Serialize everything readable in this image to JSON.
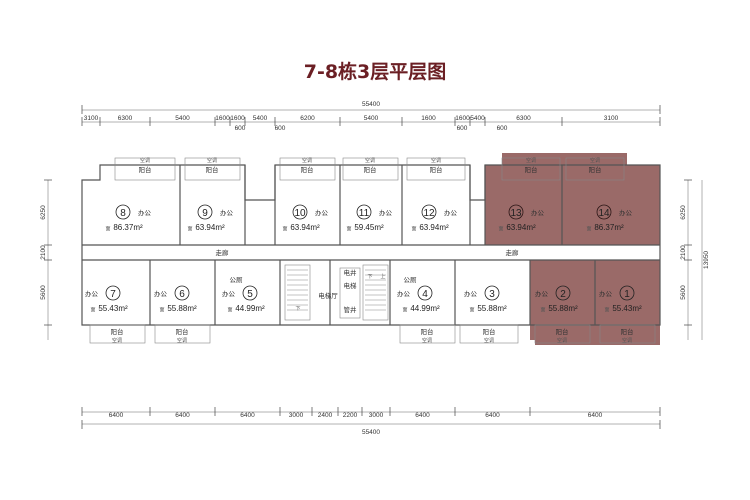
{
  "title": "7-8栋3层平层图",
  "colors": {
    "highlight": "#9a6a68",
    "title": "#6b1f24",
    "wall": "#555555"
  },
  "total_dimension": "55400",
  "top_dims": [
    "3100",
    "6300",
    "5400",
    "1600",
    "1600",
    "5400",
    "6200",
    "5400",
    "1600",
    "1600",
    "5400",
    "6300",
    "3100"
  ],
  "top_small_dims": [
    "600",
    "600",
    "600",
    "600"
  ],
  "bottom_dims": [
    "6400",
    "6400",
    "6400",
    "3000",
    "2400",
    "2200",
    "3000",
    "6400",
    "6400",
    "6400"
  ],
  "left_dims": [
    "6250",
    "2100",
    "5600"
  ],
  "right_dims": [
    "6250",
    "2100",
    "5600"
  ],
  "right_total": "13950",
  "corridor": "走廊",
  "balcony": "阳台",
  "ac": "空调",
  "office": "办公",
  "public_kitchen": "公厕",
  "elevator_hall": "电梯厅",
  "shaft": "电井",
  "elevator": "电梯",
  "hall_small": "管井",
  "stair_up": "上",
  "stair_down": "下",
  "units_top": [
    {
      "no": "8",
      "area": "86.37m²",
      "hl": false
    },
    {
      "no": "9",
      "area": "63.94m²",
      "hl": false
    },
    {
      "no": "10",
      "area": "63.94m²",
      "hl": false
    },
    {
      "no": "11",
      "area": "59.45m²",
      "hl": false
    },
    {
      "no": "12",
      "area": "63.94m²",
      "hl": false
    },
    {
      "no": "13",
      "area": "63.94m²",
      "hl": true
    },
    {
      "no": "14",
      "area": "86.37m²",
      "hl": true
    }
  ],
  "units_bottom": [
    {
      "no": "7",
      "area": "55.43m²",
      "hl": false
    },
    {
      "no": "6",
      "area": "55.88m²",
      "hl": false
    },
    {
      "no": "5",
      "area": "44.99m²",
      "hl": false
    },
    {
      "no": "4",
      "area": "44.99m²",
      "hl": false
    },
    {
      "no": "3",
      "area": "55.88m²",
      "hl": false
    },
    {
      "no": "2",
      "area": "55.88m²",
      "hl": true
    },
    {
      "no": "1",
      "area": "55.43m²",
      "hl": true
    }
  ],
  "area_prefix": "面"
}
